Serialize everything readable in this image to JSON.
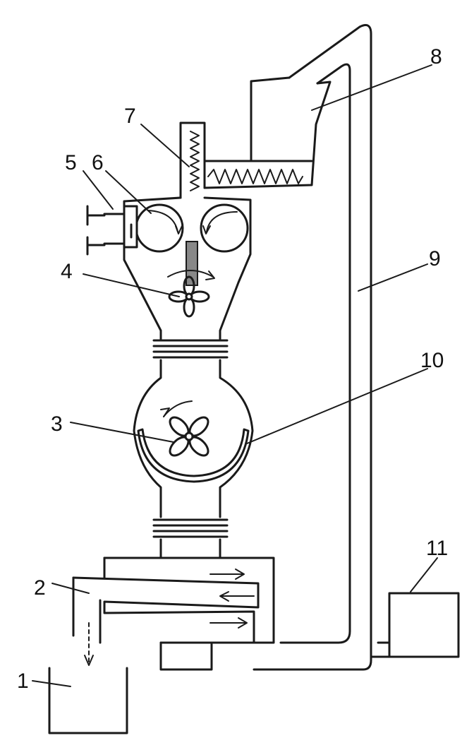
{
  "labels": {
    "n1": "1",
    "n2": "2",
    "n3": "3",
    "n4": "4",
    "n5": "5",
    "n6": "6",
    "n7": "7",
    "n8": "8",
    "n9": "9",
    "n10": "10",
    "n11": "11"
  },
  "colors": {
    "ink": "#1a1a1a",
    "background": "#ffffff"
  }
}
